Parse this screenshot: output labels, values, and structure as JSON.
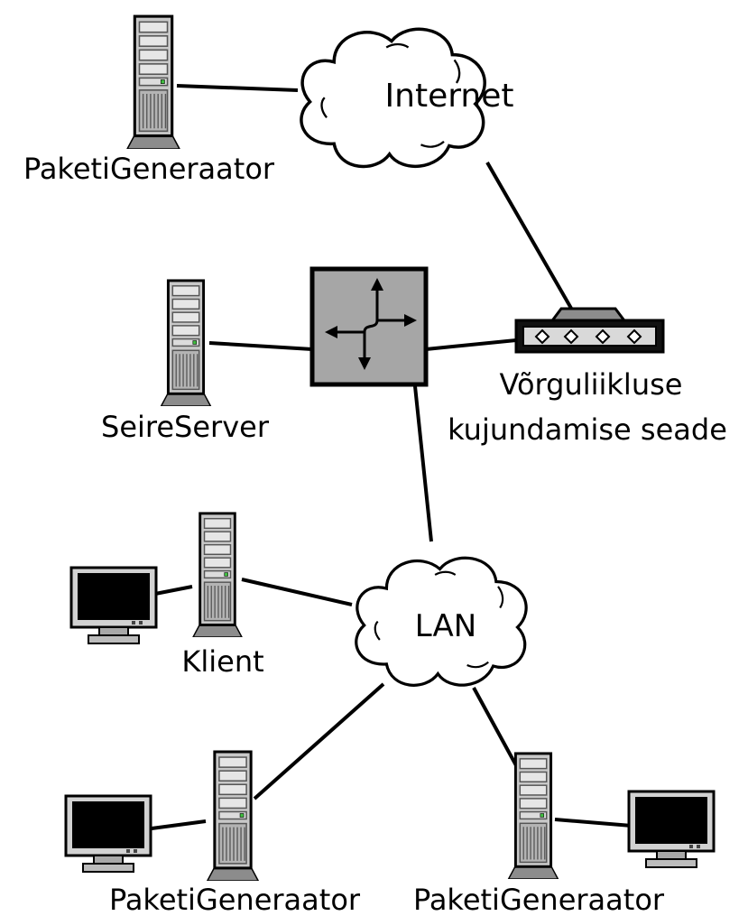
{
  "colors": {
    "line": "#000000",
    "cloud_fill": "#ffffff",
    "server_body": "#c8c8c8",
    "server_dark": "#8c8c8c",
    "monitor_screen": "#000000",
    "router_fill": "#a6a6a6",
    "led_green": "#3fbf3f"
  },
  "nodes": {
    "internet": {
      "label": "Internet",
      "icon": "cloud-icon"
    },
    "lan": {
      "label": "LAN",
      "icon": "cloud-icon"
    },
    "router": {
      "label": "",
      "icon": "router-icon"
    },
    "shaper": {
      "label_line1": "Võrguliikluse",
      "label_line2": "kujundamise seade",
      "icon": "traffic-shaper-icon"
    },
    "packet_gen_top": {
      "label": "PaketiGeneraator",
      "icon": "server-icon"
    },
    "monitor_server": {
      "label": "SeireServer",
      "icon": "server-icon"
    },
    "client": {
      "label": "Klient",
      "icon": "workstation-icon"
    },
    "packet_gen_bottom_left": {
      "label": "PaketiGeneraator",
      "icon": "workstation-icon"
    },
    "packet_gen_bottom_right": {
      "label": "PaketiGeneraator",
      "icon": "workstation-icon"
    }
  },
  "links": [
    [
      "packet_gen_top",
      "internet"
    ],
    [
      "internet",
      "shaper"
    ],
    [
      "shaper",
      "router"
    ],
    [
      "monitor_server",
      "router"
    ],
    [
      "router",
      "lan"
    ],
    [
      "client",
      "lan"
    ],
    [
      "packet_gen_bottom_left",
      "lan"
    ],
    [
      "packet_gen_bottom_right",
      "lan"
    ]
  ]
}
